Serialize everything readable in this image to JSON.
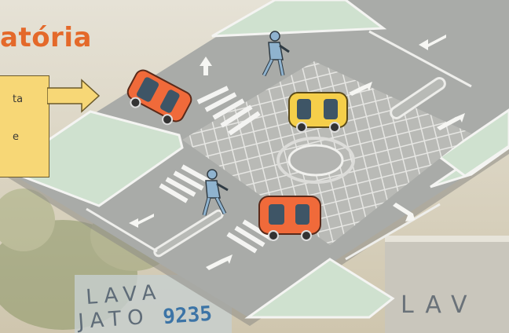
{
  "title": "atória",
  "callout": {
    "line1": "ta",
    "line2": "e"
  },
  "sign_left": {
    "line1": "LAVA",
    "line2": "JATO",
    "number": "9235"
  },
  "sign_right": {
    "text": "LAV"
  },
  "colors": {
    "title": "#e4692a",
    "road": "#a9aba8",
    "sidewalk": "#cfe1cf",
    "callout": "#f7d776",
    "car_orange": "#f06a3a",
    "car_yellow": "#f5cf4a",
    "pedestrian": "#8fb3cf"
  }
}
